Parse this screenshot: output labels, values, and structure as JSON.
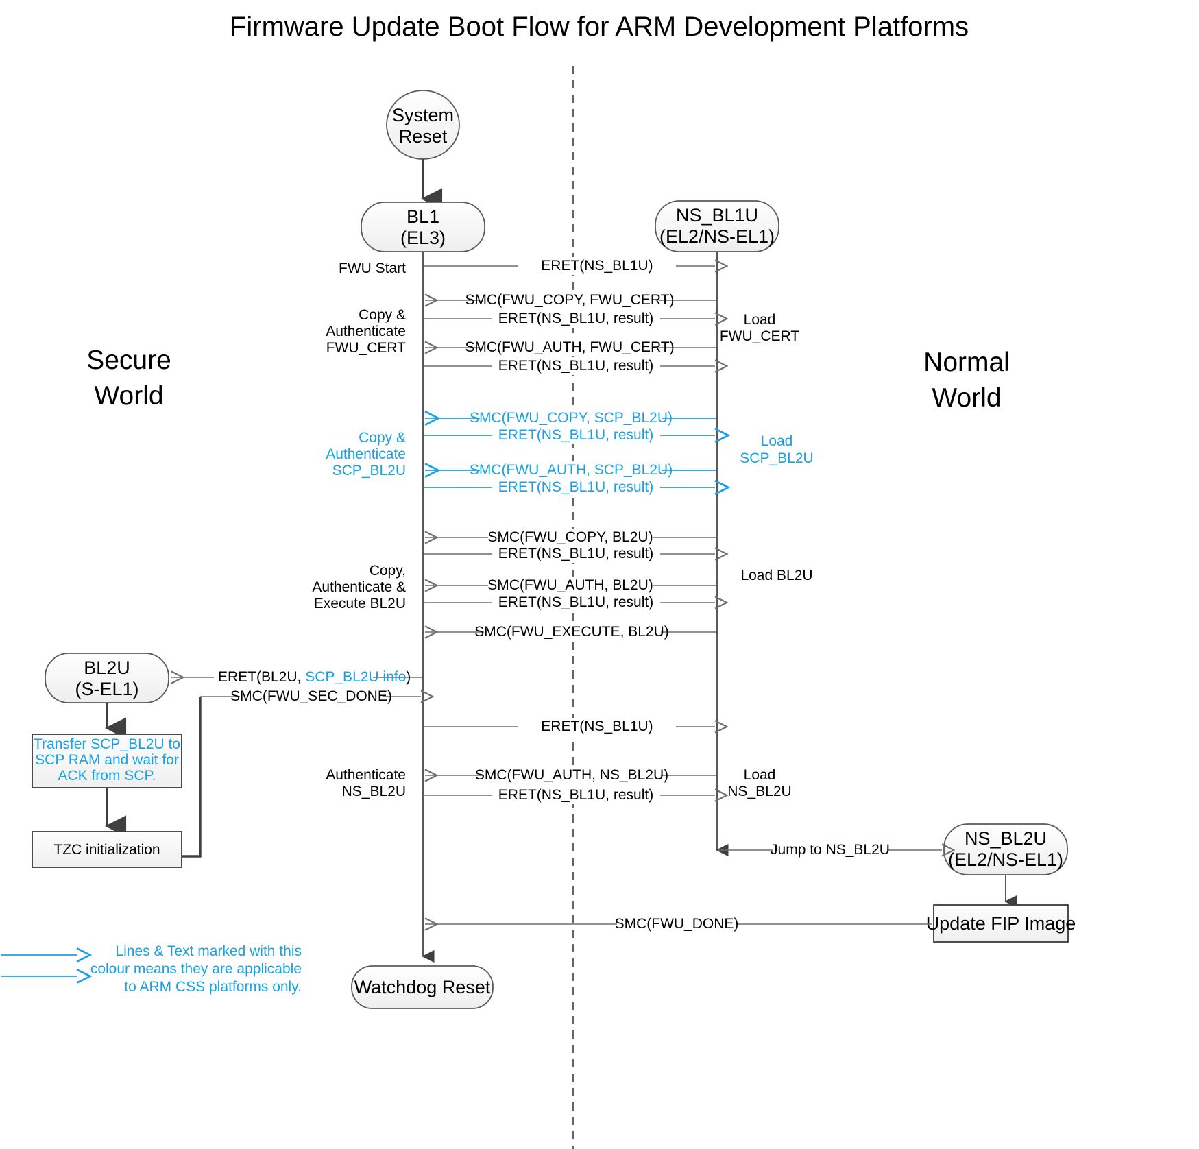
{
  "title": "Firmware Update Boot Flow for ARM Development Platforms",
  "worlds": {
    "left": "Secure\nWorld",
    "left_l1": "Secure",
    "left_l2": "World",
    "right_l1": "Normal",
    "right_l2": "World"
  },
  "nodes": {
    "system_reset_l1": "System",
    "system_reset_l2": "Reset",
    "bl1_l1": "BL1",
    "bl1_l2": "(EL3)",
    "nsbl1u_l1": "NS_BL1U",
    "nsbl1u_l2": "(EL2/NS-EL1)",
    "bl2u_l1": "BL2U",
    "bl2u_l2": "(S-EL1)",
    "nsbl2u_l1": "NS_BL2U",
    "nsbl2u_l2": "(EL2/NS-EL1)",
    "watchdog_reset": "Watchdog Reset",
    "update_fip": "Update FIP Image"
  },
  "process_boxes": {
    "transfer_scp_l1": "Transfer SCP_BL2U to",
    "transfer_scp_l2": "SCP RAM and wait for",
    "transfer_scp_l3": "ACK from SCP.",
    "tzc_init": "TZC initialization"
  },
  "messages": [
    {
      "id": "m1",
      "label": "ERET(NS_BL1U)",
      "dir": "right",
      "color": "black"
    },
    {
      "id": "m2",
      "label": "SMC(FWU_COPY, FWU_CERT)",
      "dir": "left",
      "color": "black"
    },
    {
      "id": "m3",
      "label": "ERET(NS_BL1U, result)",
      "dir": "right",
      "color": "black"
    },
    {
      "id": "m4",
      "label": "SMC(FWU_AUTH, FWU_CERT)",
      "dir": "left",
      "color": "black"
    },
    {
      "id": "m5",
      "label": "ERET(NS_BL1U, result)",
      "dir": "right",
      "color": "black"
    },
    {
      "id": "m6",
      "label": "SMC(FWU_COPY, SCP_BL2U)",
      "dir": "left",
      "color": "cyan"
    },
    {
      "id": "m7",
      "label": "ERET(NS_BL1U, result)",
      "dir": "right",
      "color": "cyan"
    },
    {
      "id": "m8",
      "label": "SMC(FWU_AUTH, SCP_BL2U)",
      "dir": "left",
      "color": "cyan"
    },
    {
      "id": "m9",
      "label": "ERET(NS_BL1U, result)",
      "dir": "right",
      "color": "cyan"
    },
    {
      "id": "m10",
      "label": "SMC(FWU_COPY, BL2U)",
      "dir": "left",
      "color": "black"
    },
    {
      "id": "m11",
      "label": "ERET(NS_BL1U, result)",
      "dir": "right",
      "color": "black"
    },
    {
      "id": "m12",
      "label": "SMC(FWU_AUTH, BL2U)",
      "dir": "left",
      "color": "black"
    },
    {
      "id": "m13",
      "label": "ERET(NS_BL1U, result)",
      "dir": "right",
      "color": "black"
    },
    {
      "id": "m14",
      "label": "SMC(FWU_EXECUTE, BL2U)",
      "dir": "left",
      "color": "black"
    },
    {
      "id": "m15",
      "label_a": "ERET(BL2U, ",
      "label_b": "SCP_BL2U info",
      "label_c": ")",
      "dir": "left",
      "color": "mixed"
    },
    {
      "id": "m16",
      "label": "SMC(FWU_SEC_DONE)",
      "dir": "right",
      "color": "black"
    },
    {
      "id": "m17",
      "label": "ERET(NS_BL1U)",
      "dir": "right",
      "color": "black"
    },
    {
      "id": "m18",
      "label": "SMC(FWU_AUTH, NS_BL2U)",
      "dir": "left",
      "color": "black"
    },
    {
      "id": "m19",
      "label": "ERET(NS_BL1U, result)",
      "dir": "right",
      "color": "black"
    },
    {
      "id": "m20",
      "label": "Jump to NS_BL2U",
      "dir": "right",
      "color": "black"
    },
    {
      "id": "m21",
      "label": "SMC(FWU_DONE)",
      "dir": "left",
      "color": "black"
    }
  ],
  "side_labels": {
    "fwu_start": "FWU Start",
    "copy_auth_cert_l1": "Copy &",
    "copy_auth_cert_l2": "Authenticate",
    "copy_auth_cert_l3": "FWU_CERT",
    "copy_auth_scp_l1": "Copy &",
    "copy_auth_scp_l2": "Authenticate",
    "copy_auth_scp_l3": "SCP_BL2U",
    "copy_auth_bl2u_l1": "Copy,",
    "copy_auth_bl2u_l2": "Authenticate &",
    "copy_auth_bl2u_l3": "Execute BL2U",
    "auth_nsbl2u_l1": "Authenticate",
    "auth_nsbl2u_l2": "NS_BL2U",
    "load_fwucert_l1": "Load",
    "load_fwucert_l2": "FWU_CERT",
    "load_scpbl2u_l1": "Load",
    "load_scpbl2u_l2": "SCP_BL2U",
    "load_bl2u": "Load BL2U",
    "load_nsbl2u_l1": "Load",
    "load_nsbl2u_l2": "NS_BL2U"
  },
  "legend": {
    "line1": "Lines & Text marked with this",
    "line2": "colour means they are applicable",
    "line3": "to ARM CSS platforms only."
  },
  "colors": {
    "css_cyan": "#1ba1e2",
    "line": "#6f6f6f",
    "node_fill": "#f6f6f6",
    "text": "#000000"
  }
}
